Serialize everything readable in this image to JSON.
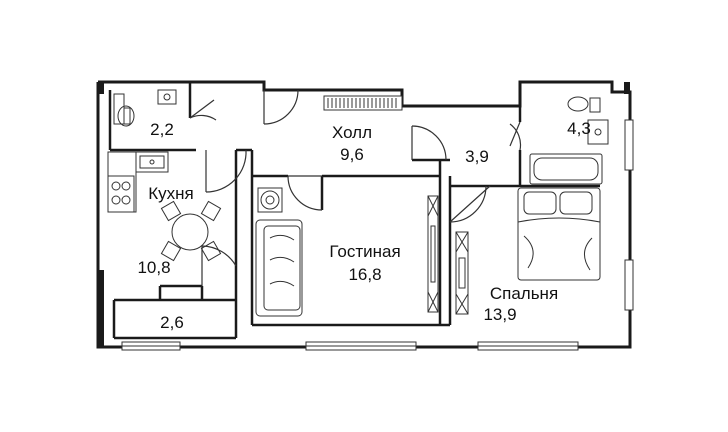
{
  "rooms": {
    "bathroom_small": {
      "area": "2,2"
    },
    "hall": {
      "name": "Холл",
      "area": "9,6"
    },
    "corridor": {
      "area": "3,9"
    },
    "bathroom_large": {
      "area": "4,3"
    },
    "kitchen": {
      "name": "Кухня",
      "area": "10,8"
    },
    "living_room": {
      "name": "Гостиная",
      "area": "16,8"
    },
    "bedroom": {
      "name": "Спальня",
      "area": "13,9"
    },
    "balcony": {
      "area": "2,6"
    }
  },
  "colors": {
    "wall": "#1a1a1a",
    "line": "#333333",
    "background": "#ffffff"
  }
}
